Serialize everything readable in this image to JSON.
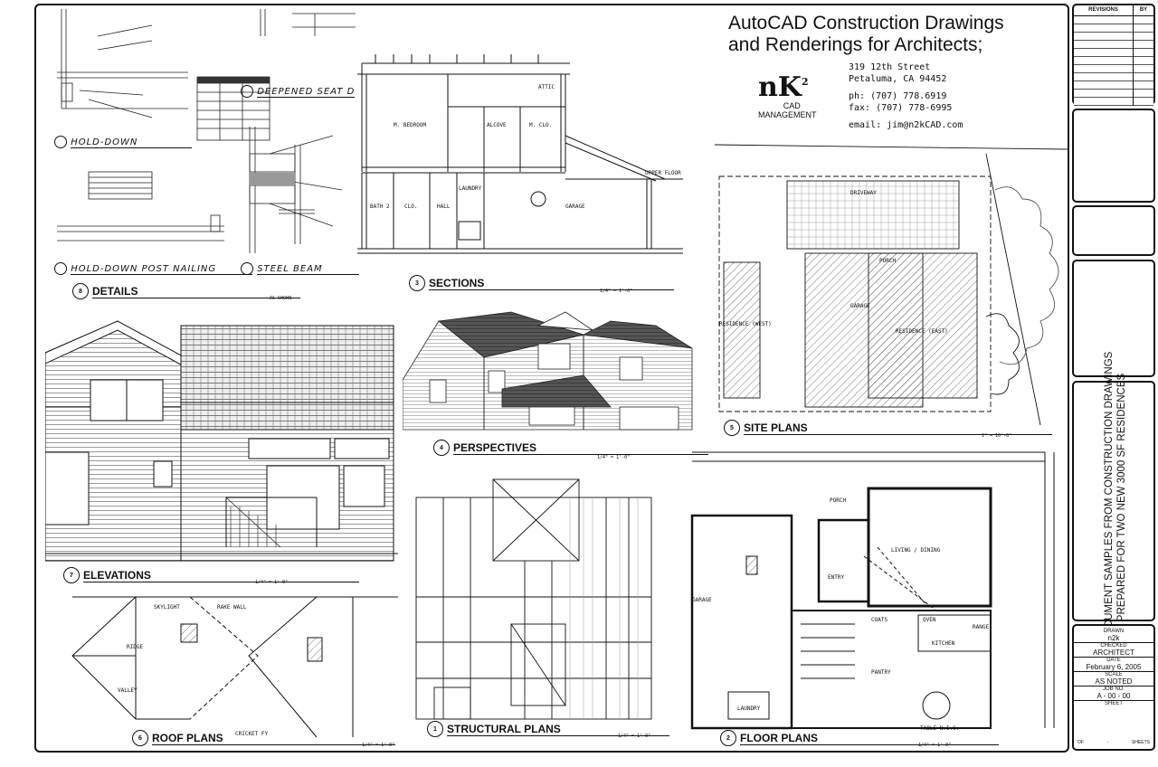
{
  "header": {
    "title_line1": "AutoCAD Construction Drawings",
    "title_line2": "and Renderings for Architects;",
    "address_line1": "319 12th Street",
    "address_line2": "Petaluma, CA 94452",
    "phone": "ph: (707) 778.6919",
    "fax": "fax: (707) 778-6995",
    "email": "email: jim@n2kCAD.com",
    "logo_nk": "nK",
    "logo_two": "2",
    "logo_sub1": "CAD",
    "logo_sub2": "MANAGEMENT"
  },
  "panels": {
    "details": {
      "num": "8",
      "label": "DETAILS",
      "scale": "AS SHOWN"
    },
    "sections": {
      "num": "3",
      "label": "SECTIONS",
      "scale": "1/4\" = 1'-0\""
    },
    "perspectives": {
      "num": "4",
      "label": "PERSPECTIVES",
      "scale": "1/4\" = 1'-0\""
    },
    "site_plans": {
      "num": "5",
      "label": "SITE PLANS",
      "scale": "1\" = 10'-0\""
    },
    "elevations": {
      "num": "7",
      "label": "ELEVATIONS",
      "scale": "1/4\" = 1'-0\""
    },
    "roof_plans": {
      "num": "6",
      "label": "ROOF PLANS",
      "scale": "1/4\" = 1'-0\""
    },
    "structural_plans": {
      "num": "1",
      "label": "STRUCTURAL PLANS",
      "scale": "1/4\" = 1'-0\""
    },
    "floor_plans": {
      "num": "2",
      "label": "FLOOR PLANS",
      "scale": "1/4\" = 1'-0\""
    }
  },
  "detail_titles": {
    "hold_down": "HOLD-DOWN",
    "deepened_seat": "DEEPENED SEAT D",
    "hold_down_post": "HOLD-DOWN POST NAILING",
    "steel_beam": "STEEL BEAM"
  },
  "section_labels": {
    "bedroom": "M. BEDROOM",
    "alcove": "ALCOVE",
    "mclo": "M. CLO.",
    "attic": "ATTIC",
    "bath": "BATH 2",
    "clo": "CLO.",
    "hall": "HALL",
    "laundry": "LAUNDRY",
    "garage": "GARAGE",
    "upper_floor": "UPPER FLOOR"
  },
  "site_labels": {
    "driveway": "DRIVEWAY",
    "garage": "GARAGE",
    "residence_west": "RESIDENCE (WEST)",
    "residence_east": "RESIDENCE (EAST)",
    "porch": "PORCH"
  },
  "floor_labels": {
    "living": "LIVING / DINING",
    "porch": "PORCH",
    "entry": "ENTRY",
    "garage": "GARAGE",
    "kitchen": "KITCHEN",
    "laundry": "LAUNDRY",
    "coats": "COATS",
    "oven": "OVEN",
    "range": "RANGE",
    "pantry": "PANTRY",
    "table": "TABLE N.I.C."
  },
  "roof_labels": {
    "skylight": "SKYLIGHT",
    "rake_wall": "RAKE WALL",
    "ridge": "RIDGE",
    "valley": "VALLEY",
    "cricket": "CRICKET FY"
  },
  "title_block": {
    "revisions": "REVISIONS",
    "by": "BY",
    "side_line1": "DOCUMENT SAMPLES FROM CONSTRUCTION DRAWINGS",
    "side_line2": "PREPARED FOR TWO NEW 3000 SF RESIDENCES",
    "drawn_label": "DRAWN",
    "drawn_value": "n2k",
    "checked_label": "CHECKED",
    "checked_value": "ARCHITECT",
    "date_label": "DATE",
    "date_value": "February 6, 2005",
    "scale_label": "SCALE",
    "scale_value": "AS NOTED",
    "job_label": "JOB NO.",
    "job_value": "A - 00 - 00",
    "sheet_label": "SHEET",
    "of_label": "OF",
    "dash": "-",
    "sheets_label": "SHEETS"
  }
}
